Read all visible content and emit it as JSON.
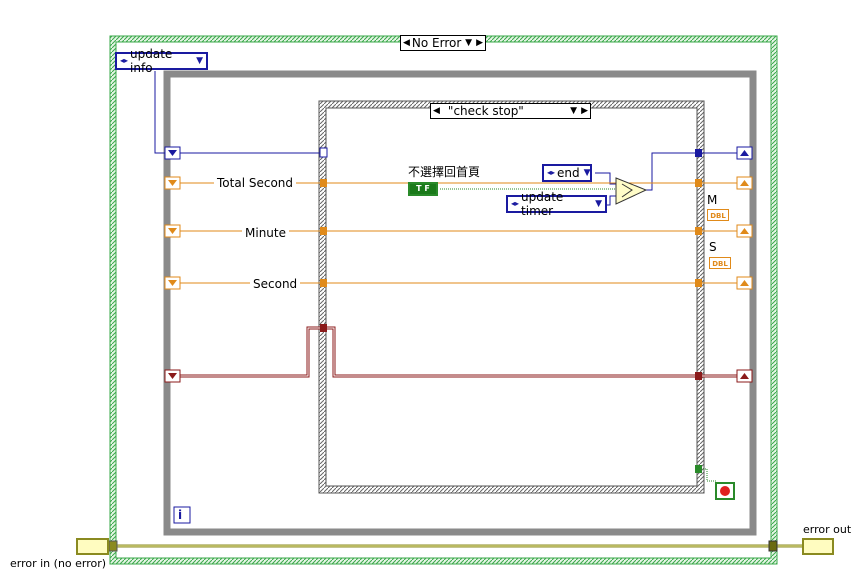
{
  "case_structure": {
    "selector_label": "No Error"
  },
  "inner_case": {
    "selector_label": "\"check stop\""
  },
  "enums": {
    "update_info": "update info",
    "end": "end",
    "update_timer": "update timer"
  },
  "wire_labels": {
    "total_second": "Total Second",
    "minute": "Minute",
    "second": "Second"
  },
  "boolean_label": "不選擇回首頁",
  "boolean_const": "T F",
  "indicators": {
    "m_label": "M",
    "s_label": "S",
    "type": "DBL"
  },
  "terminals": {
    "error_in": "error in (no error)",
    "error_out": "error out",
    "iteration": "i"
  },
  "colors": {
    "case_border": "#3aa84a",
    "loop_border": "#808080",
    "enum_wire": "#1a1aa0",
    "numeric_wire": "#e08a1a",
    "error_wire": "#8b1a1a",
    "bool_wire": "#2a8a2a",
    "cluster_wire": "#8a8a20"
  }
}
